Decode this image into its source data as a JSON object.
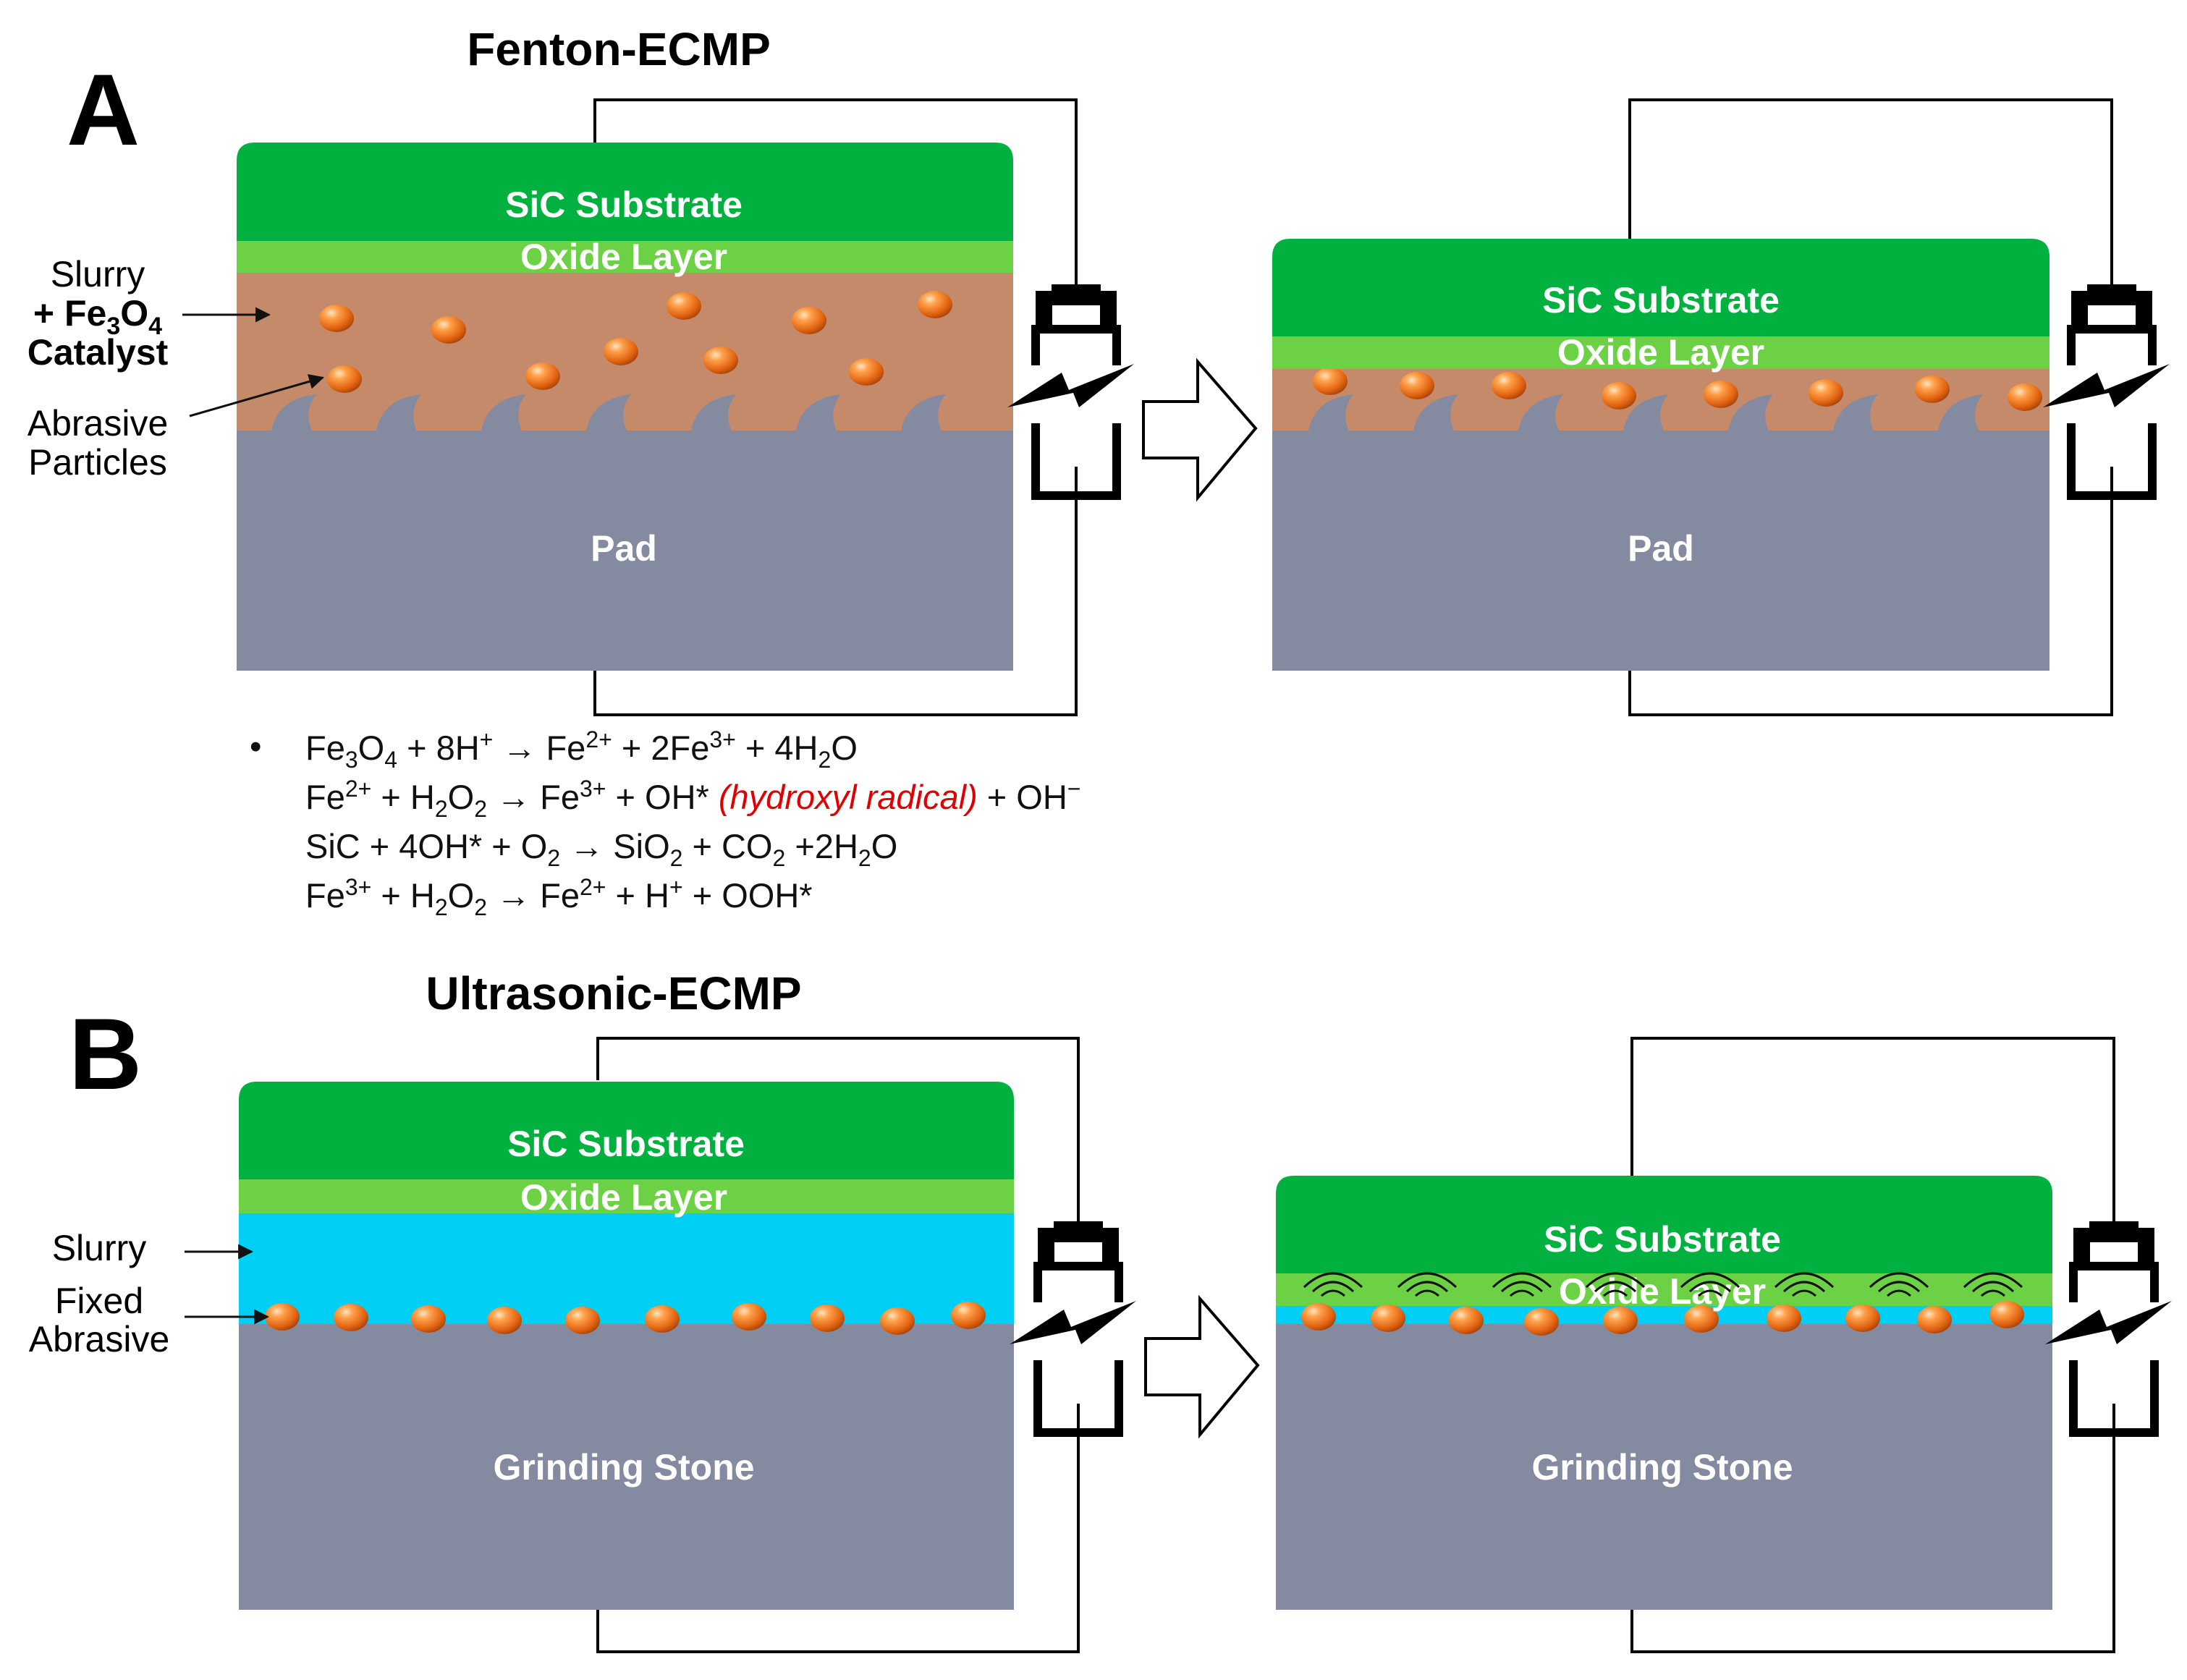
{
  "panels": {
    "A": {
      "letter": "A",
      "title": "Fenton-ECMP",
      "before": {
        "substrate": "SiC Substrate",
        "oxide": "Oxide Layer",
        "base": "Pad"
      },
      "after": {
        "substrate": "SiC Substrate",
        "oxide": "Oxide Layer",
        "base": "Pad"
      },
      "labels": {
        "slurry_line1": "Slurry",
        "slurry_line2_prefix": "+ Fe",
        "slurry_line2_sub1": "3",
        "slurry_line2_mid": "O",
        "slurry_line2_sub2": "4",
        "slurry_line3": "Catalyst",
        "abrasive_line1": "Abrasive",
        "abrasive_line2": "Particles"
      },
      "bullet": "•",
      "reactions": [
        [
          {
            "t": "Fe"
          },
          {
            "t": "3",
            "s": "sub"
          },
          {
            "t": "O"
          },
          {
            "t": "4",
            "s": "sub"
          },
          {
            "t": " + 8H"
          },
          {
            "t": "+",
            "s": "sup"
          },
          {
            "t": " → Fe"
          },
          {
            "t": "2+",
            "s": "sup"
          },
          {
            "t": " + 2Fe"
          },
          {
            "t": "3+",
            "s": "sup"
          },
          {
            "t": " + 4H"
          },
          {
            "t": "2",
            "s": "sub"
          },
          {
            "t": "O"
          }
        ],
        [
          {
            "t": "Fe"
          },
          {
            "t": "2+",
            "s": "sup"
          },
          {
            "t": " + H"
          },
          {
            "t": "2",
            "s": "sub"
          },
          {
            "t": "O"
          },
          {
            "t": "2",
            "s": "sub"
          },
          {
            "t": " → Fe"
          },
          {
            "t": "3+",
            "s": "sup"
          },
          {
            "t": " + OH* "
          },
          {
            "t": "(hydroxyl radical)",
            "s": "red"
          },
          {
            "t": " + OH"
          },
          {
            "t": "−",
            "s": "sup"
          }
        ],
        [
          {
            "t": "SiC + 4OH* + O"
          },
          {
            "t": "2",
            "s": "sub"
          },
          {
            "t": " → SiO"
          },
          {
            "t": "2",
            "s": "sub"
          },
          {
            "t": " + CO"
          },
          {
            "t": "2",
            "s": "sub"
          },
          {
            "t": " +2H"
          },
          {
            "t": "2",
            "s": "sub"
          },
          {
            "t": "O"
          }
        ],
        [
          {
            "t": "Fe"
          },
          {
            "t": "3+",
            "s": "sup"
          },
          {
            "t": " + H"
          },
          {
            "t": "2",
            "s": "sub"
          },
          {
            "t": "O"
          },
          {
            "t": "2",
            "s": "sub"
          },
          {
            "t": " → Fe"
          },
          {
            "t": "2+",
            "s": "sup"
          },
          {
            "t": " + H"
          },
          {
            "t": "+",
            "s": "sup"
          },
          {
            "t": " + OOH*"
          }
        ]
      ]
    },
    "B": {
      "letter": "B",
      "title": "Ultrasonic-ECMP",
      "before": {
        "substrate": "SiC Substrate",
        "oxide": "Oxide Layer",
        "base": "Grinding Stone"
      },
      "after": {
        "substrate": "SiC Substrate",
        "oxide": "Oxide Layer",
        "base": "Grinding Stone"
      },
      "labels": {
        "slurry": "Slurry",
        "fixed_line1": "Fixed",
        "fixed_line2": "Abrasive"
      }
    }
  },
  "icons": [
    "battery-charging-icon",
    "right-arrow-icon",
    "ultrasonic-wave-icon",
    "abrasive-particle-icon"
  ],
  "colors": {
    "substrate": "#00B140",
    "oxide": "#6DD145",
    "slurry_brown": "#C48A6A",
    "slurry_blue": "#00CFF5",
    "pad": "#848BA0",
    "particle": "#F07A1E",
    "reaction_red": "#E00000"
  }
}
